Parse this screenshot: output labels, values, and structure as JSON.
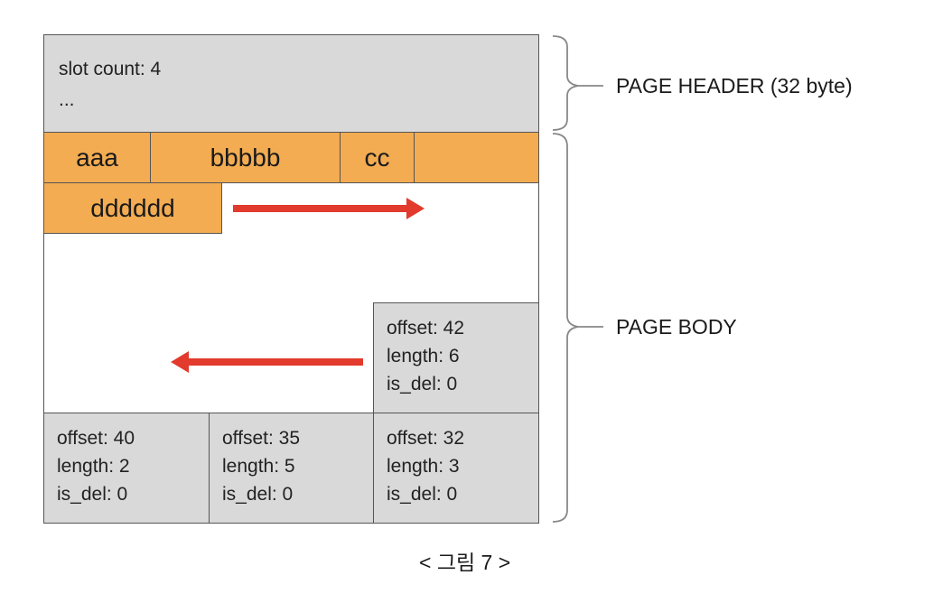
{
  "header": {
    "line1": "slot count: 4",
    "line2": "..."
  },
  "records": [
    {
      "label": "aaa"
    },
    {
      "label": "bbbbb"
    },
    {
      "label": "cc"
    },
    {
      "label": ""
    },
    {
      "label": "dddddd"
    }
  ],
  "slots": [
    {
      "offset": "offset: 40",
      "length": "length: 2",
      "is_del": "is_del: 0"
    },
    {
      "offset": "offset: 35",
      "length": "length: 5",
      "is_del": "is_del: 0"
    },
    {
      "offset": "offset: 32",
      "length": "length: 3",
      "is_del": "is_del: 0"
    },
    {
      "offset": "offset: 42",
      "length": "length: 6",
      "is_del": "is_del: 0"
    }
  ],
  "labels": {
    "page_header": "PAGE HEADER (32 byte)",
    "page_body": "PAGE BODY"
  },
  "caption": "< 그림 7 >",
  "colors": {
    "record_fill": "#f3ac52",
    "slot_fill": "#d9d9d9",
    "arrow": "#e23a2c",
    "border": "#555555"
  }
}
